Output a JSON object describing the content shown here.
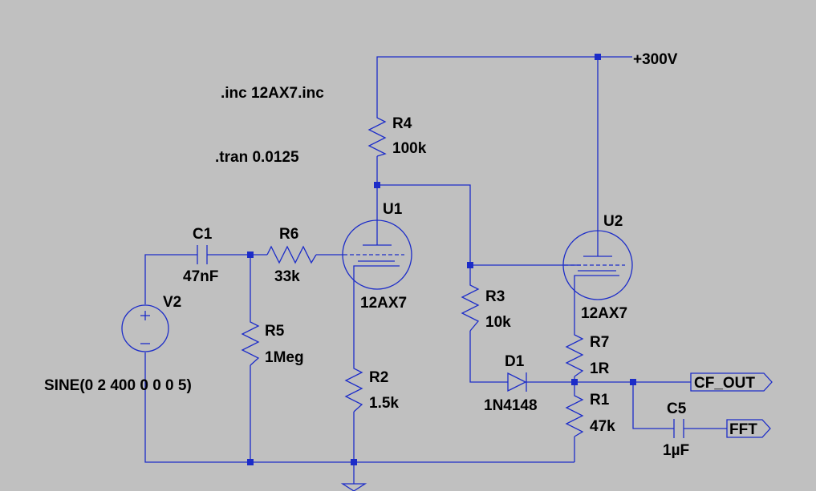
{
  "supply": {
    "label": "+300V"
  },
  "directives": {
    "include": ".inc 12AX7.inc",
    "tran": ".tran 0.0125"
  },
  "components": {
    "R4": {
      "ref": "R4",
      "value": "100k"
    },
    "R6": {
      "ref": "R6",
      "value": "33k"
    },
    "R5": {
      "ref": "R5",
      "value": "1Meg"
    },
    "R2": {
      "ref": "R2",
      "value": "1.5k"
    },
    "R3": {
      "ref": "R3",
      "value": "10k"
    },
    "R7": {
      "ref": "R7",
      "value": "1R"
    },
    "R1": {
      "ref": "R1",
      "value": "47k"
    },
    "C1": {
      "ref": "C1",
      "value": "47nF"
    },
    "C5": {
      "ref": "C5",
      "value": "1µF"
    },
    "V2": {
      "ref": "V2",
      "value": "SINE(0 2 400 0 0 0 5)"
    },
    "U1": {
      "ref": "U1",
      "value": "12AX7"
    },
    "U2": {
      "ref": "U2",
      "value": "12AX7"
    },
    "D1": {
      "ref": "D1",
      "value": "1N4148"
    }
  },
  "net_labels": {
    "cf_out": "CF_OUT",
    "fft": "FFT"
  },
  "colors": {
    "background": "#c0c0c0",
    "wire": "#1c2cc8",
    "text": "#000000"
  }
}
